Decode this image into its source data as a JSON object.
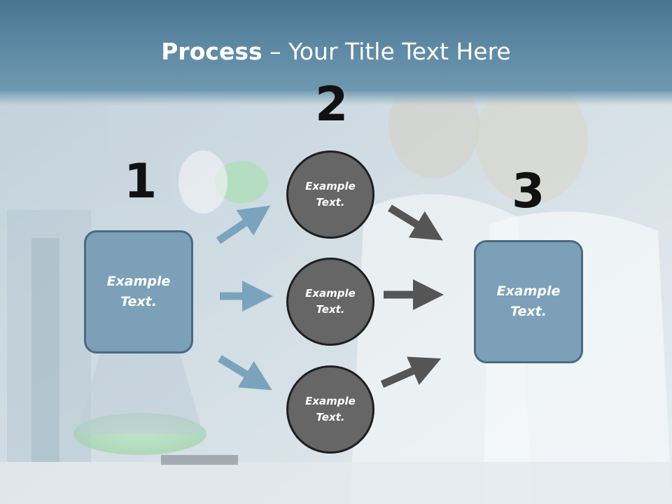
{
  "slide": {
    "title_bold": "Process",
    "title_rest": " – Your Title Text Here",
    "steps": [
      "1",
      "2",
      "3"
    ],
    "left_box": "Example\nText.",
    "right_box": "Example\nText.",
    "circles": [
      "Example\nText.",
      "Example\nText.",
      "Example\nText."
    ]
  },
  "colors": {
    "header": "#5f8aa5",
    "box_fill": "#7ba0b8",
    "circle_fill": "#666666",
    "arrow_blue": "#7aa3bd",
    "arrow_dark": "#555555"
  }
}
